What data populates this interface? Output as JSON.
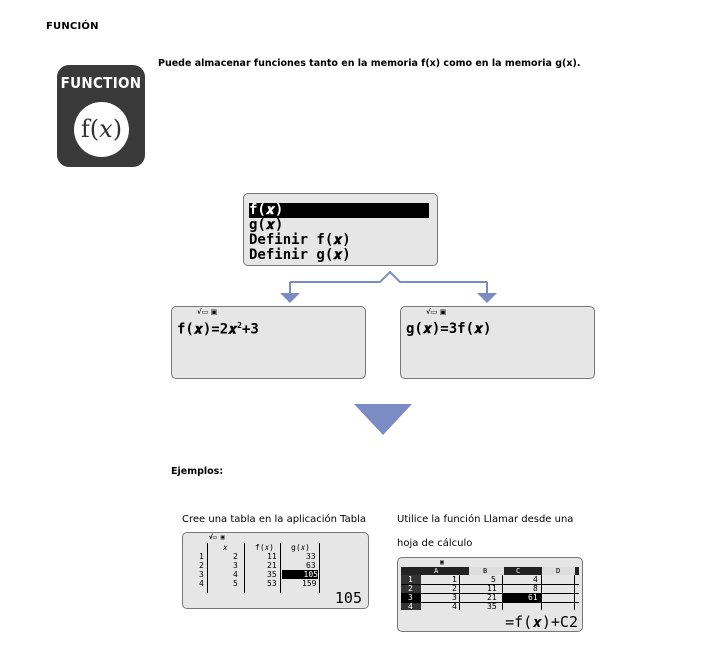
{
  "heading": "FUNCIÓN",
  "intro": "Puede almacenar funciones tanto en la memoria f(x) como en la memoria g(x).",
  "icon": {
    "title": "FUNCTION",
    "symbol": "f(𝑥)"
  },
  "menu": {
    "items": [
      "f(𝒙)",
      "g(𝒙)",
      "Definir f(𝒙)",
      "Definir g(𝒙)"
    ],
    "selected_index": 0
  },
  "screen_f": {
    "indicator": "√▭ ▣",
    "expression_lhs": "f(𝒙)=2𝒙",
    "exponent": "2",
    "expression_rhs": "+3"
  },
  "screen_g": {
    "indicator": "√▭ ▣",
    "expression": "g(𝒙)=3f(𝒙)"
  },
  "examples_label": "Ejemplos:",
  "table_example": {
    "caption": "Cree una tabla en la aplicación Tabla",
    "indicator": "√▭ ▣",
    "headers": [
      "𝑥",
      "f(𝑥)",
      "g(𝑥)"
    ],
    "rows": [
      {
        "n": "1",
        "x": "2",
        "f": "11",
        "g": "33"
      },
      {
        "n": "2",
        "x": "3",
        "f": "21",
        "g": "63"
      },
      {
        "n": "3",
        "x": "4",
        "f": "35",
        "g": "105"
      },
      {
        "n": "4",
        "x": "5",
        "f": "53",
        "g": "159"
      }
    ],
    "result": "105"
  },
  "sheet_example": {
    "caption_line1": "Utilice la función Llamar desde una",
    "caption_line2": "hoja de cálculo",
    "indicator": "▣",
    "columns": [
      "A",
      "B",
      "C",
      "D"
    ],
    "rows": [
      {
        "n": "1",
        "a": "1",
        "b": "5",
        "c": "4"
      },
      {
        "n": "2",
        "a": "2",
        "b": "11",
        "c": "8"
      },
      {
        "n": "3",
        "a": "3",
        "b": "21",
        "c": "61"
      },
      {
        "n": "4",
        "a": "4",
        "b": "35",
        "c": ""
      }
    ],
    "formula": "=f(𝒙)+C2"
  }
}
